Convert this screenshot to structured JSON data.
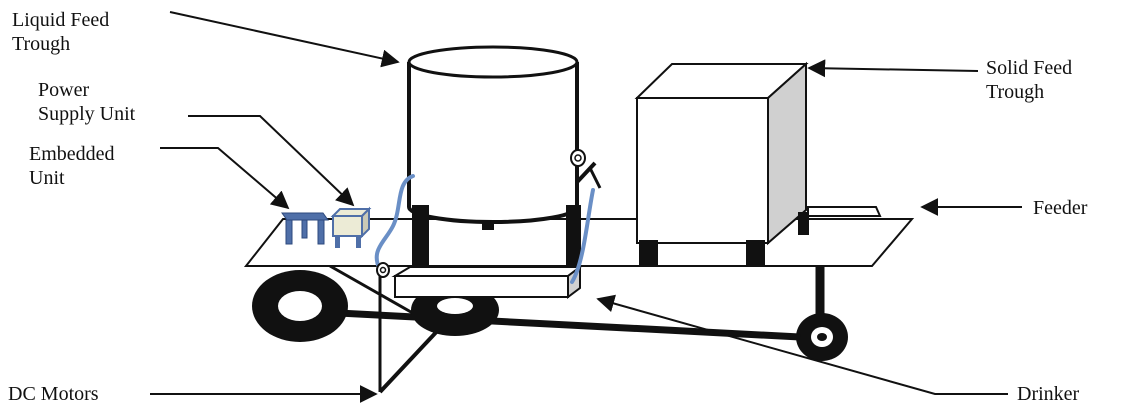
{
  "labels": {
    "liquid_feed_trough": [
      "Liquid Feed",
      "Trough"
    ],
    "power_supply_unit": [
      "Power",
      "Supply Unit"
    ],
    "embedded_unit": [
      "Embedded",
      "Unit"
    ],
    "solid_feed_trough": [
      "Solid Feed",
      "Trough"
    ],
    "feeder": "Feeder",
    "dc_motors": "DC Motors",
    "drinker": "Drinker"
  },
  "colors": {
    "line": "#111111",
    "pipe": "#6a8fc6",
    "embedded_unit": "#4f6fa8",
    "power_unit_fill": "#ecebd6",
    "trough_side": "#d0d0d0",
    "background": "#ffffff"
  }
}
